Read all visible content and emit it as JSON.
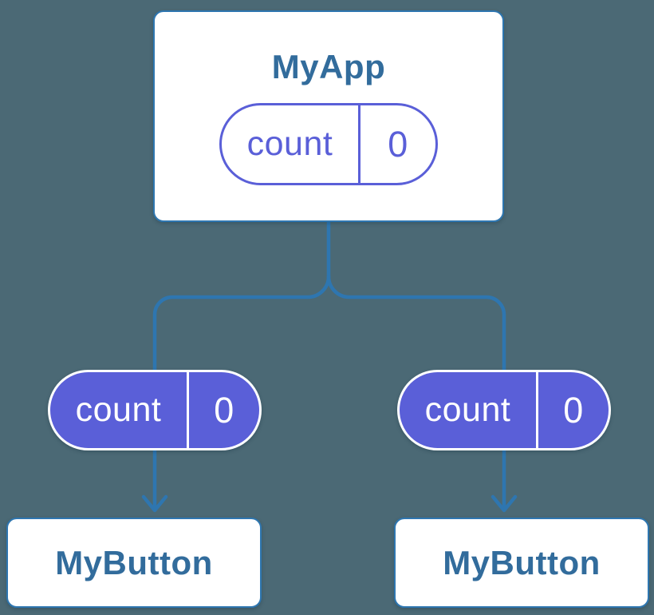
{
  "tree": {
    "root": {
      "name": "MyApp",
      "state": {
        "label": "count",
        "value": "0"
      }
    },
    "children": [
      {
        "name": "MyButton",
        "state": {
          "label": "count",
          "value": "0"
        }
      },
      {
        "name": "MyButton",
        "state": {
          "label": "count",
          "value": "0"
        }
      }
    ]
  },
  "colors": {
    "background": "#4B6975",
    "card_fill": "#FFFFFF",
    "line_blue": "#2E76B0",
    "title_text": "#326C9C",
    "state_purple": "#5A5FD8",
    "state_text_light": "#FFFFFF"
  }
}
